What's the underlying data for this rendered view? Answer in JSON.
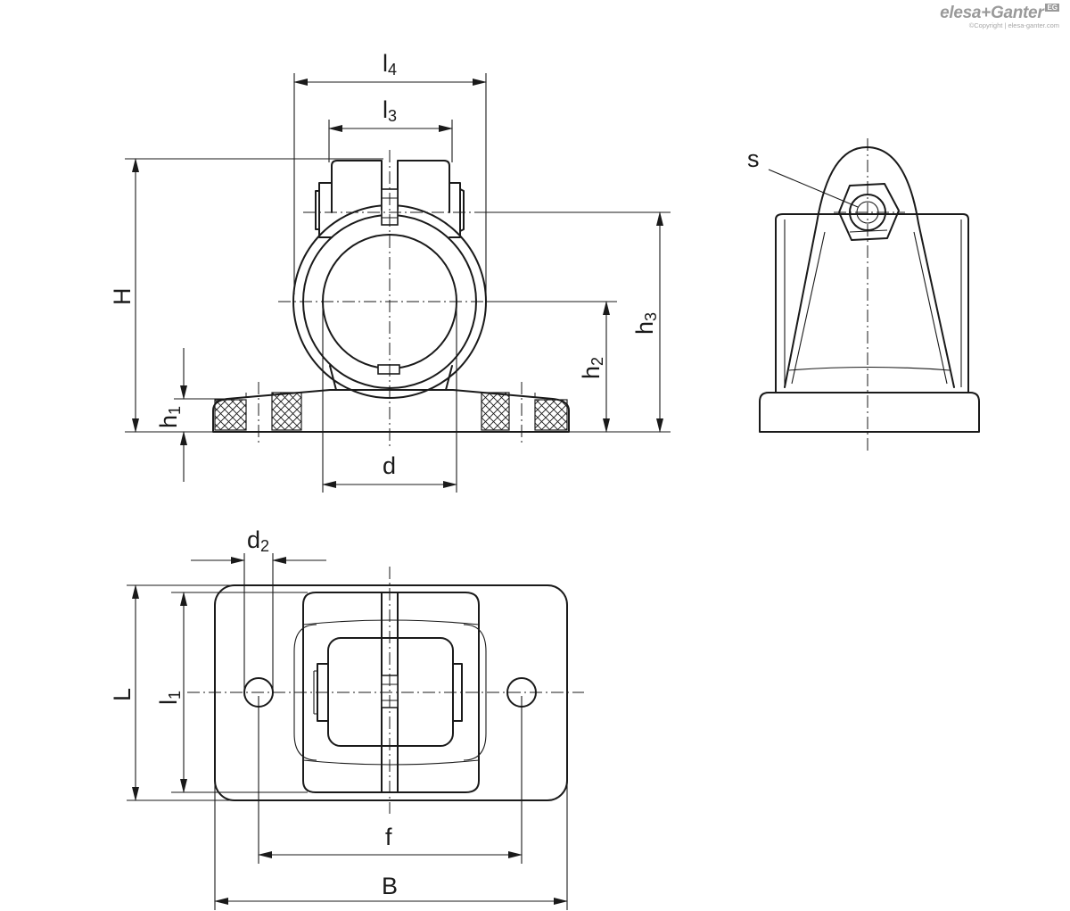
{
  "logo": {
    "brand": "elesa+Ganter",
    "badge": "EG",
    "copyright": "©Copyright | elesa-ganter.com"
  },
  "dimensions": {
    "l4": {
      "main": "l",
      "sub": "4"
    },
    "l3": {
      "main": "l",
      "sub": "3"
    },
    "H": "H",
    "h1": {
      "main": "h",
      "sub": "1"
    },
    "h2": {
      "main": "h",
      "sub": "2"
    },
    "h3": {
      "main": "h",
      "sub": "3"
    },
    "d": "d",
    "s": "s",
    "d2": {
      "main": "d",
      "sub": "2"
    },
    "L": "L",
    "l1": {
      "main": "l",
      "sub": "1"
    },
    "f": "f",
    "B": "B"
  }
}
